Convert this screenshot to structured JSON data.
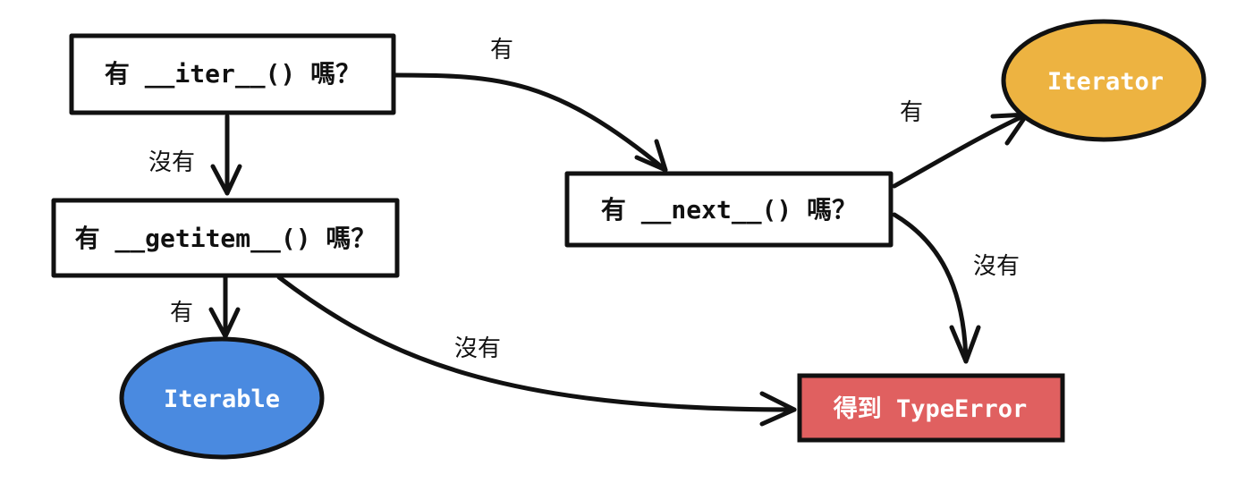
{
  "nodes": {
    "has_iter": {
      "label": "有 __iter__() 嗎？"
    },
    "has_getitem": {
      "label": "有 __getitem__() 嗎？"
    },
    "has_next": {
      "label": "有 __next__() 嗎？"
    },
    "iterable": {
      "label": "Iterable",
      "color": "#4A8AE0"
    },
    "iterator": {
      "label": "Iterator",
      "color": "#EDB341"
    },
    "type_error": {
      "label": "得到 TypeError",
      "color": "#E06060"
    }
  },
  "edges": {
    "iter_to_next": {
      "label": "有"
    },
    "iter_to_getitem": {
      "label": "沒有"
    },
    "getitem_to_iterable": {
      "label": "有"
    },
    "getitem_to_error": {
      "label": "沒有"
    },
    "next_to_iterator": {
      "label": "有"
    },
    "next_to_error": {
      "label": "沒有"
    }
  }
}
